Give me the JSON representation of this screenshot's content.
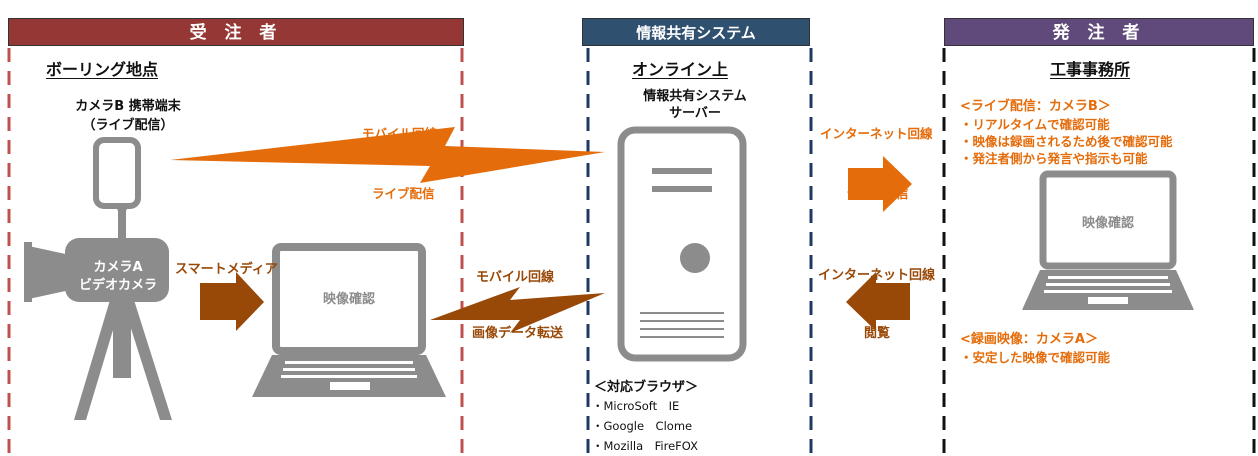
{
  "headers": {
    "contractor": "受 注 者",
    "system": "情報共有システム",
    "client": "発 注 者"
  },
  "colors": {
    "contractor": "#953735",
    "system": "#305070",
    "client": "#604a7b",
    "orange": "#e46c0a",
    "brown": "#984807",
    "device_gray": "#8c8c8c"
  },
  "contractor": {
    "subtitle": "ボーリング地点",
    "camera_b_line1": "カメラB 携帯端末",
    "camera_b_line2": "（ライブ配信）",
    "camera_a_line1": "カメラA",
    "camera_a_line2": "ビデオカメラ",
    "smart_media": "スマートメディア",
    "laptop_screen": "映像確認"
  },
  "links_left": {
    "mobile_top": "モバイル回線",
    "live": "ライブ配信",
    "mobile_bottom": "モバイル回線",
    "image_transfer": "画像データ転送"
  },
  "system": {
    "subtitle": "オンライン上",
    "server_line1": "情報共有システム",
    "server_line2": "サーバー",
    "browsers_title": "＜対応ブラウザ＞",
    "browsers": [
      "・MicroSoft　IE",
      "・Google　Clome",
      "・Mozilla　FireFOX"
    ]
  },
  "links_right": {
    "internet_top": "インターネット回線",
    "live": "ライブ配信",
    "internet_bottom": "インターネット回線",
    "view": "閲覧"
  },
  "client": {
    "subtitle": "工事事務所",
    "live_title": "<ライブ配信：カメラB＞",
    "live_items": [
      "・リアルタイムで確認可能",
      "・映像は録画されるため後で確認可能",
      "・発注者側から発言や指示も可能"
    ],
    "laptop_screen": "映像確認",
    "rec_title": "<録画映像：カメラA＞",
    "rec_items": [
      "・安定した映像で確認可能"
    ]
  }
}
